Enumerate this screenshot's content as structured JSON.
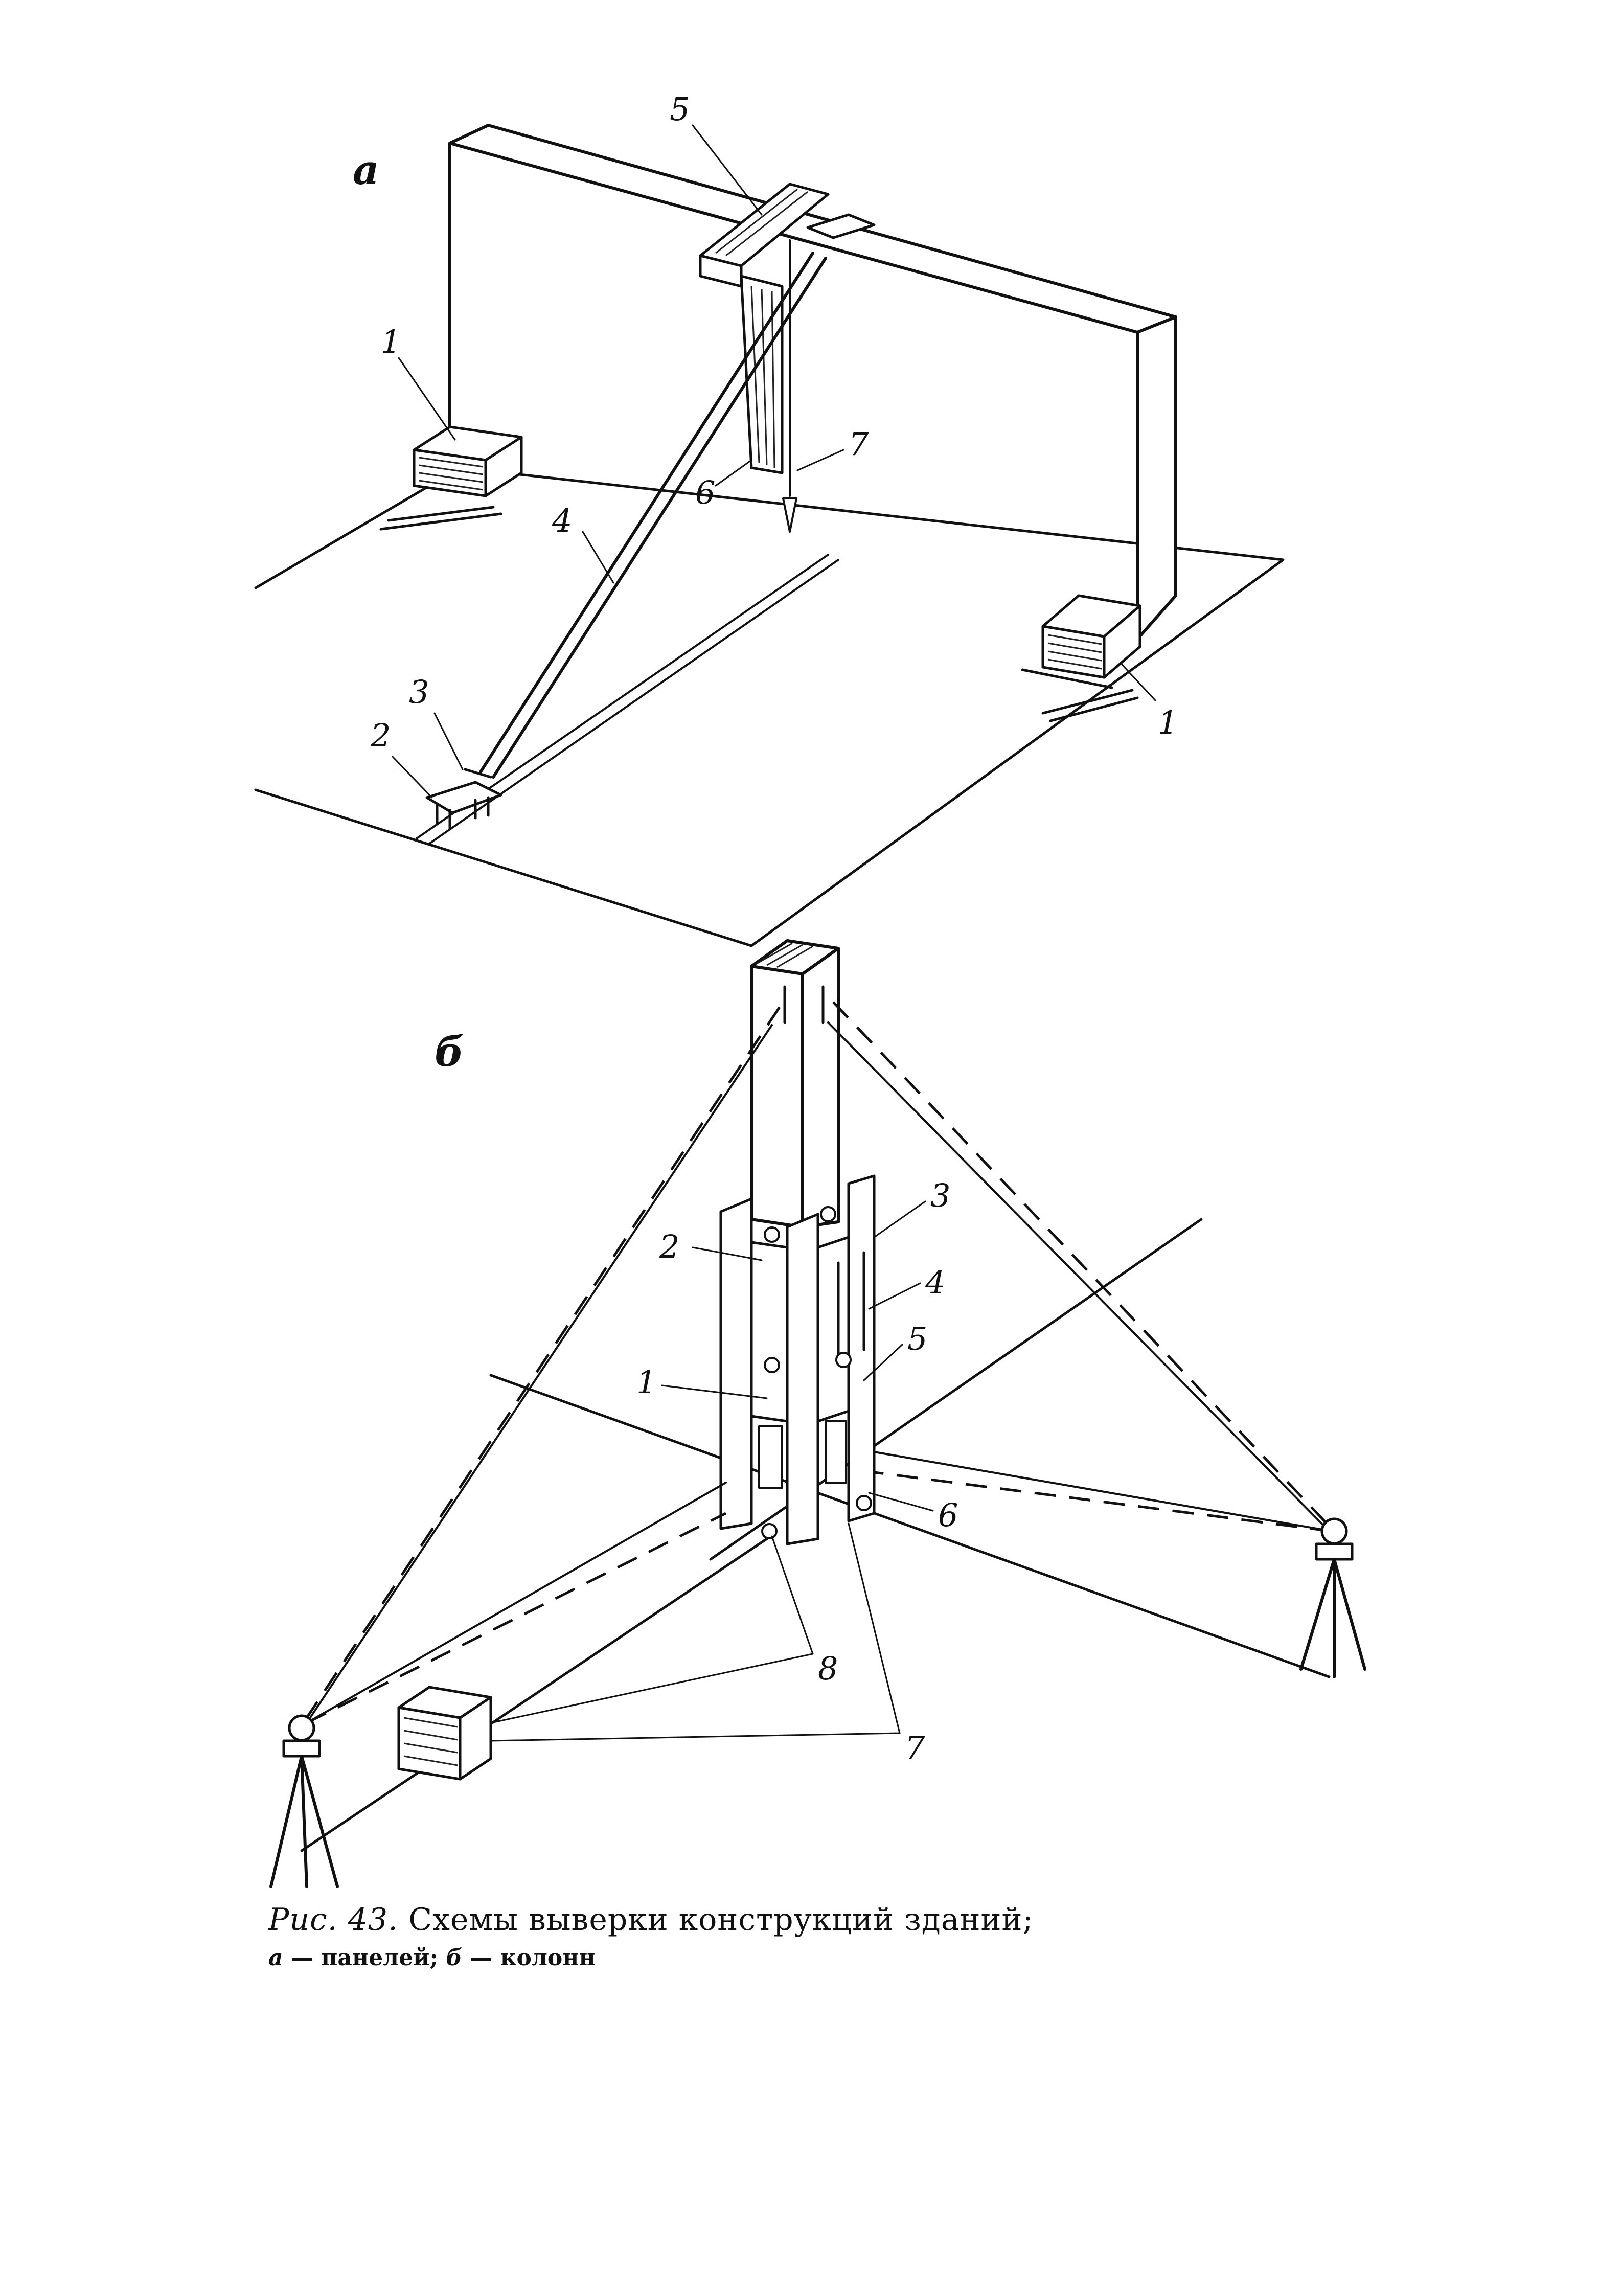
{
  "diagram": {
    "part_a": {
      "label": "а",
      "callouts": [
        "1",
        "5",
        "7",
        "6",
        "4",
        "3",
        "2",
        "1"
      ]
    },
    "part_b": {
      "label": "б",
      "callouts": [
        "3",
        "2",
        "4",
        "5",
        "1",
        "6",
        "8",
        "7"
      ]
    }
  },
  "caption": {
    "figure_label": "Рис. 43.",
    "title": "Схемы выверки конструкций зданий;",
    "line2_a_letter": "а",
    "line2_a_text": "— панелей;",
    "line2_b_letter": "б",
    "line2_b_text": "— колонн"
  }
}
